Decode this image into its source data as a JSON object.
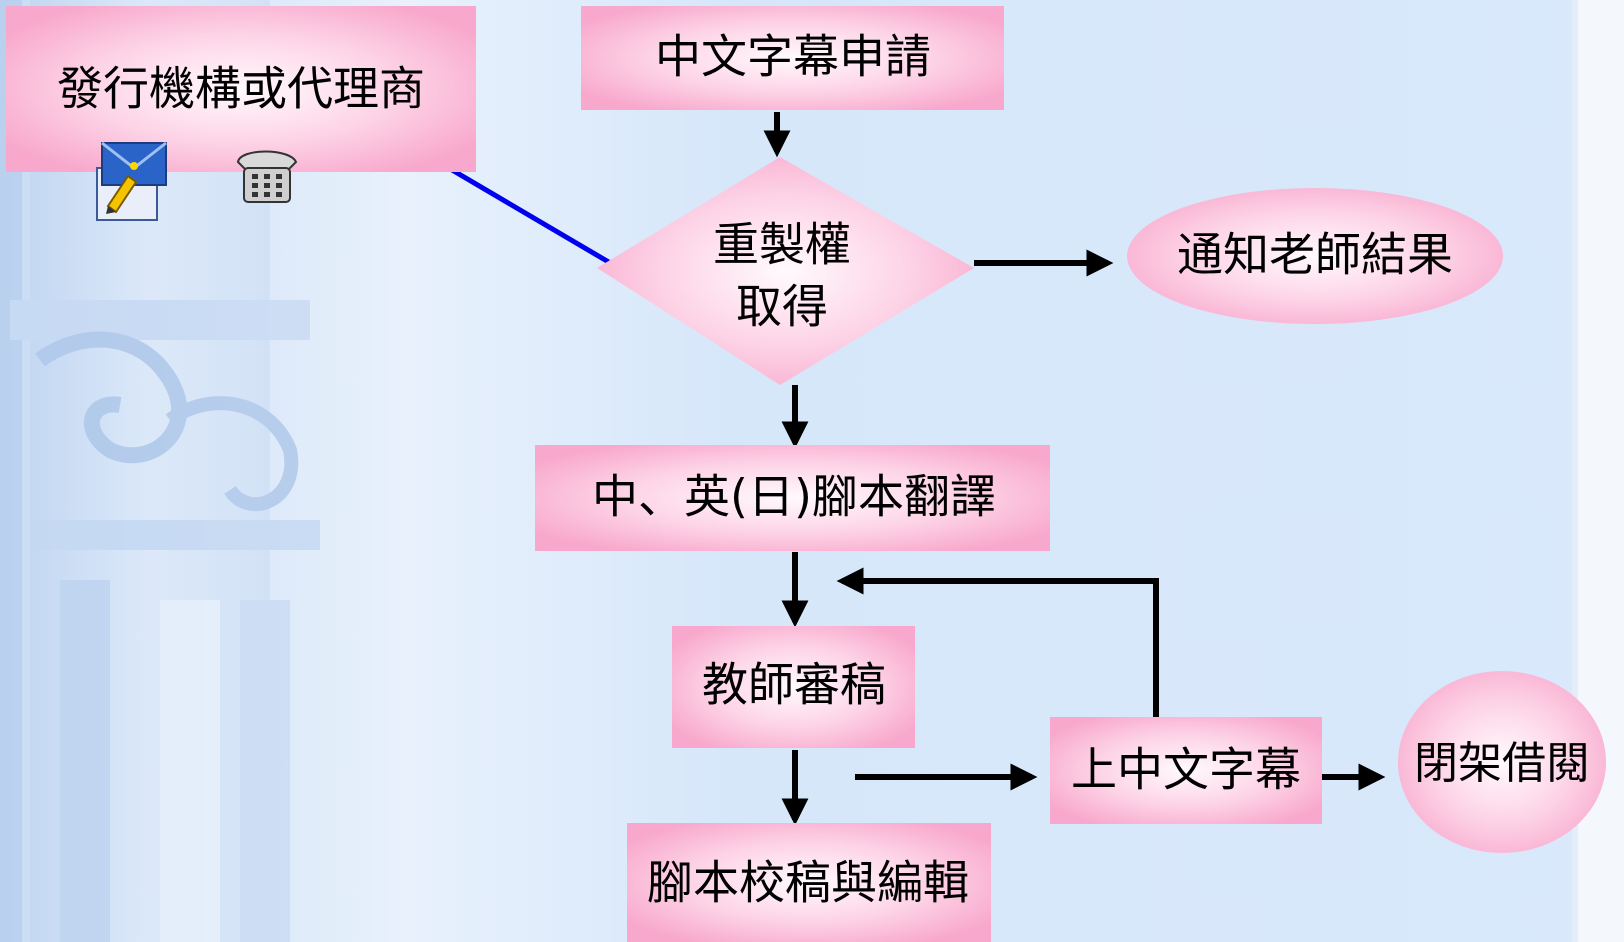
{
  "nodes": {
    "agency": "發行機構或代理商",
    "subtitle_apply": "中文字幕申請",
    "rights_line1": "重製權",
    "rights_line2": "取得",
    "notify": "通知老師結果",
    "translate": "中、英(日)腳本翻譯",
    "review": "教師審稿",
    "edit": "腳本校稿與編輯",
    "add_subtitle": "上中文字幕",
    "lending": "閉架借閱"
  },
  "icons": {
    "mail": "mail-write-icon",
    "phone": "telephone-icon"
  },
  "colors": {
    "node_pink": "#fbb6d6",
    "node_pink_light": "#fde3ef",
    "arrow": "#000000",
    "link": "#0000ee",
    "background": "#d9e9fb"
  }
}
